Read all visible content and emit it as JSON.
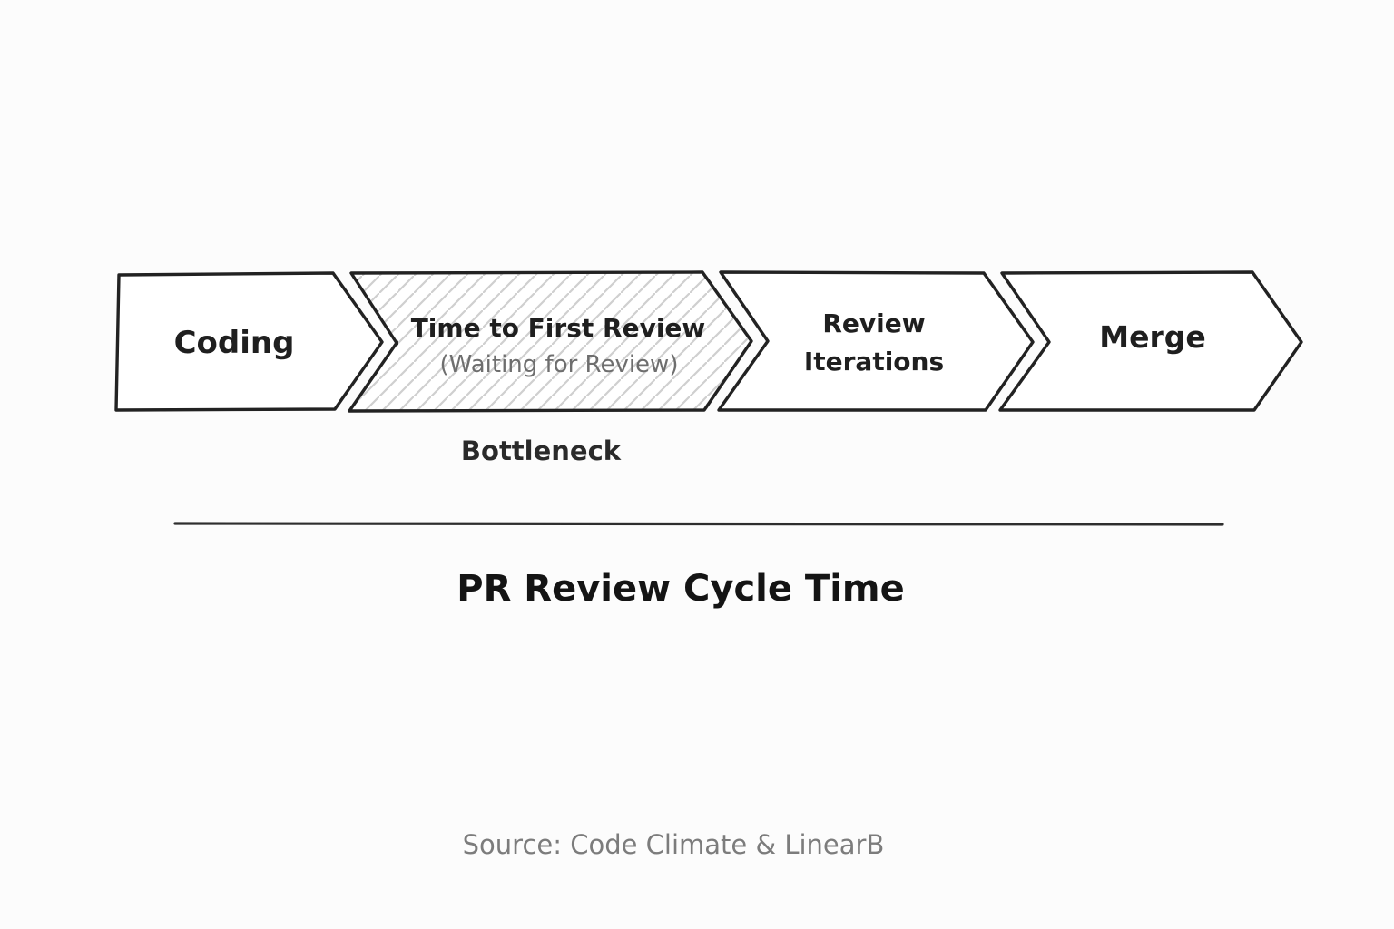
{
  "colors": {
    "background": "#fcfcfc",
    "stroke": "#222222",
    "label": "#1f1f1f",
    "sublabel": "#6e6e6e",
    "hatch": "#cfcfcf",
    "annotation": "#2a2a2a",
    "divider": "#2e2e2e",
    "title": "#141414",
    "source": "#7c7c7c"
  },
  "flow": {
    "stages": [
      {
        "label": "Coding",
        "hatched": false
      },
      {
        "label": "Time to First Review",
        "sublabel": "(Waiting for Review)",
        "hatched": true
      },
      {
        "label": "Review",
        "label2": "Iterations",
        "hatched": false
      },
      {
        "label": "Merge",
        "hatched": false
      }
    ],
    "annotation": "Bottleneck",
    "title": "PR Review Cycle Time",
    "source": "Source: Code Climate & LinearB"
  }
}
